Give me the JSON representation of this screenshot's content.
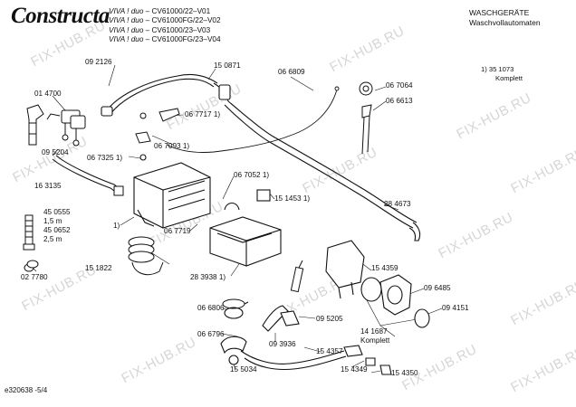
{
  "header": {
    "brand": "Constructa",
    "models": [
      {
        "prefix": "VIVA ! duo",
        "code": " – CV61000/22–V01"
      },
      {
        "prefix": "VIVA ! duo",
        "code": " – CV61000FG/22–V02"
      },
      {
        "prefix": "VIVA ! duo",
        "code": " – CV61000/23–V03"
      },
      {
        "prefix": "VIVA ! duo",
        "code": " – CV61000FG/23–V04"
      }
    ],
    "category_line1": "WASCHGERÄTE",
    "category_line2": "Waschvollautomaten"
  },
  "note": {
    "line1": "1) 35 1073",
    "line2": "Komplett"
  },
  "footer": "e320638  -5/4",
  "watermark": "FIX-HUB.RU",
  "labels": {
    "p092126": "09 2126",
    "p150871": "15 0871",
    "p014700": "01 4700",
    "p066809": "06 6809",
    "p067064": "06 7064",
    "p066613": "06 6613",
    "p067717": "06 7717 1)",
    "p067093": "06 7093 1)",
    "p095204": "09 5204",
    "p067325": "06 7325 1)",
    "p163135": "16 3135",
    "p067052": "06 7052 1)",
    "p151453": "15 1453 1)",
    "p284673": "28 4673",
    "p450555": "45 0555",
    "p1_5m": "1,5 m",
    "p450652": "45 0652",
    "p2_5m": "2,5 m",
    "p1note": "1)",
    "p067719": "06 7719",
    "p151822": "15 1822",
    "p283938": "28 3938 1)",
    "p154359": "15 4359",
    "p027780": "02 7780",
    "p096485": "09 6485",
    "p066806": "06 6806",
    "p095205": "09 5205",
    "p094151": "09 4151",
    "p066796": "06 6796",
    "p093936": "09 3936",
    "p141687": "14 1687",
    "pKomplett": "Komplett",
    "p154357": "15 4357",
    "p155034": "15 5034",
    "p154349": "15 4349",
    "p154350": "15 4350"
  }
}
